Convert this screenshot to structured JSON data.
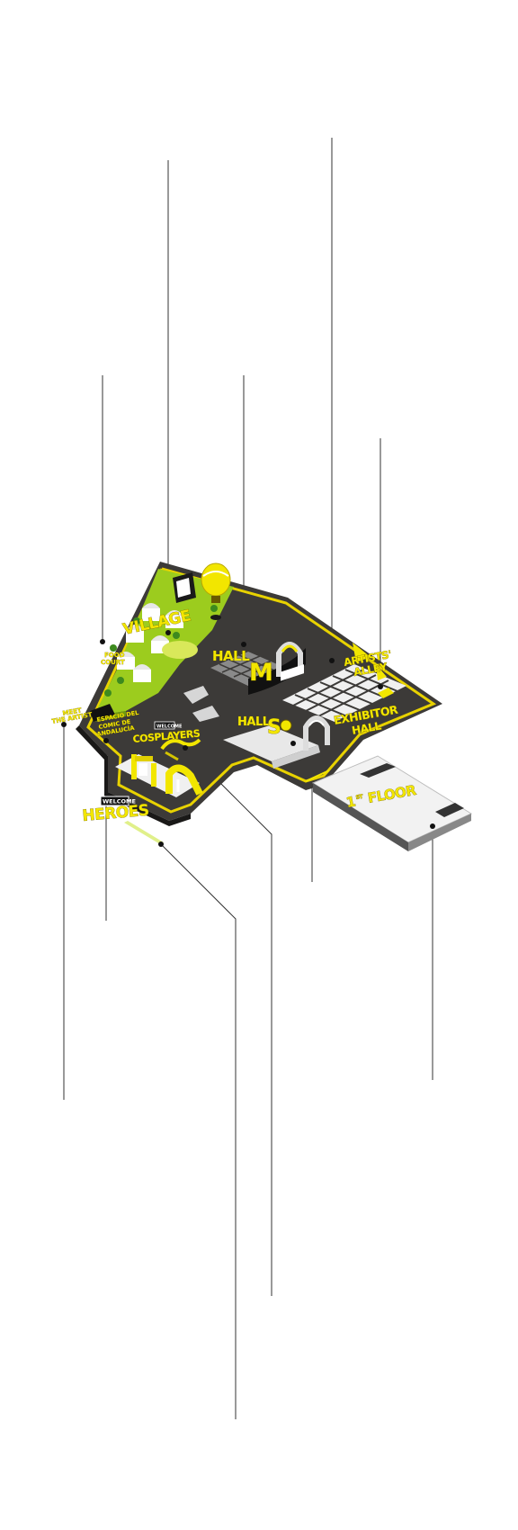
{
  "zones": {
    "village": "VILLAGE",
    "food_court_line1": "FOOD",
    "food_court_line2": "COURT",
    "hall_m_word": "HALL",
    "hall_m_letter": "M",
    "hall_s_word": "HALL",
    "hall_s_letter": "S",
    "artists_alley_line1": "ARTISTS'",
    "artists_alley_line2": "ALLEY",
    "exhibitor_hall_line1": "EXHIBITOR",
    "exhibitor_hall_line2": "HALL",
    "cosplayers": "COSPLAYERS",
    "cosplayers_sign": "WELCOME",
    "meet_artist_line1": "MEET",
    "meet_artist_line2": "THE ARTIST",
    "espacio_line1": "ESPACIO DEL",
    "espacio_line2": "COMIC DE",
    "espacio_line3": "ANDALUCÍA",
    "first_floor_number": "1",
    "first_floor_suffix": "ST",
    "first_floor_word": "FLOOR",
    "heroes_sign": "WELCOME",
    "heroes": "HEROES"
  },
  "colors": {
    "background": "#ffffff",
    "floor": "#3c3a38",
    "grass": "#9ccc1e",
    "accent_yellow": "#f2e600",
    "outline_yellow": "#e8d200",
    "leader_line": "#333333",
    "light_floor": "#f0f0f0"
  },
  "icons": [
    "hot-air-balloon-icon",
    "tent-icon",
    "tree-icon",
    "stage-icon",
    "welcome-arch-icon",
    "dragon-icon"
  ]
}
